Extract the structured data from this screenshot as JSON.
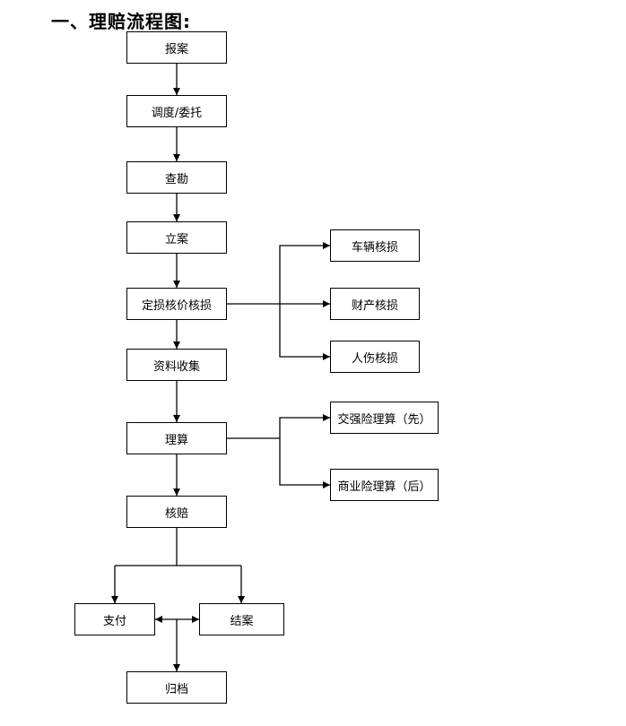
{
  "title": "一、理赔流程图:",
  "nodes": {
    "report": "报案",
    "dispatch": "调度/委托",
    "survey": "查勘",
    "register": "立案",
    "assess": "定损核价核损",
    "collect": "资料收集",
    "adjust": "理算",
    "verify": "核赔",
    "pay": "支付",
    "close": "结案",
    "archive": "归档",
    "vehicle": "车辆核损",
    "property": "财产核损",
    "injury": "人伤核损",
    "compulsory": "交强险理算（先）",
    "commercial": "商业险理算（后）"
  }
}
